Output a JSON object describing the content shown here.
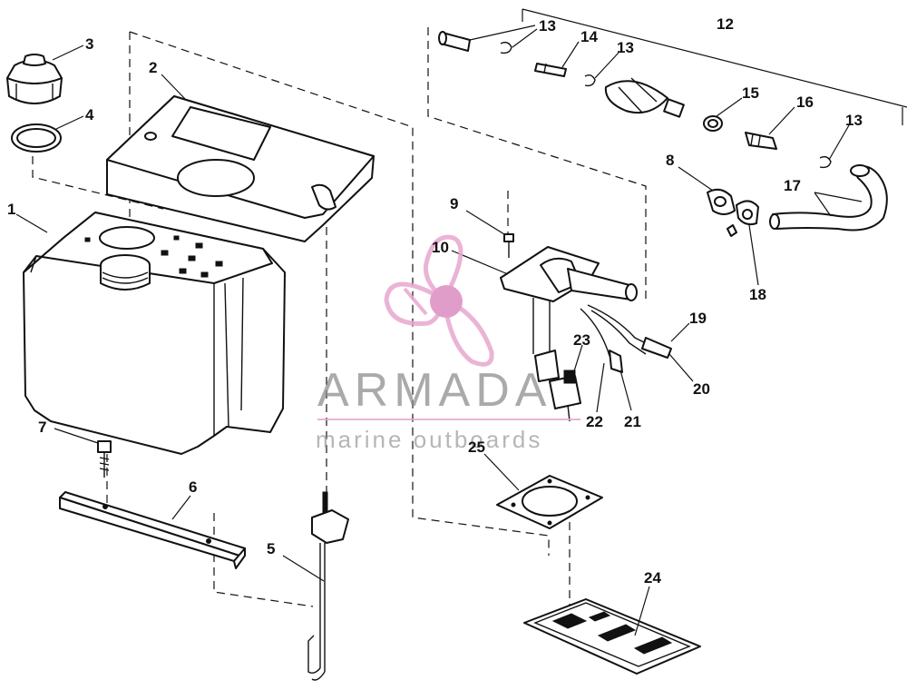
{
  "callouts": [
    {
      "id": "1",
      "label": "1"
    },
    {
      "id": "2",
      "label": "2"
    },
    {
      "id": "3",
      "label": "3"
    },
    {
      "id": "4",
      "label": "4"
    },
    {
      "id": "5",
      "label": "5"
    },
    {
      "id": "6",
      "label": "6"
    },
    {
      "id": "7",
      "label": "7"
    },
    {
      "id": "8",
      "label": "8"
    },
    {
      "id": "9",
      "label": "9"
    },
    {
      "id": "10",
      "label": "10"
    },
    {
      "id": "12",
      "label": "12"
    },
    {
      "id": "13a",
      "label": "13"
    },
    {
      "id": "13b",
      "label": "13"
    },
    {
      "id": "13c",
      "label": "13"
    },
    {
      "id": "14",
      "label": "14"
    },
    {
      "id": "15",
      "label": "15"
    },
    {
      "id": "16",
      "label": "16"
    },
    {
      "id": "17",
      "label": "17"
    },
    {
      "id": "18",
      "label": "18"
    },
    {
      "id": "19",
      "label": "19"
    },
    {
      "id": "20",
      "label": "20"
    },
    {
      "id": "21",
      "label": "21"
    },
    {
      "id": "22",
      "label": "22"
    },
    {
      "id": "23",
      "label": "23"
    },
    {
      "id": "24",
      "label": "24"
    },
    {
      "id": "25",
      "label": "25"
    }
  ],
  "watermark": {
    "brand": "ARMADA",
    "subtitle": "marine outboards",
    "logo_color": "#e8a6cf",
    "logo_hub_color": "#dc8cc0",
    "text_color": "#8a8a8a"
  }
}
